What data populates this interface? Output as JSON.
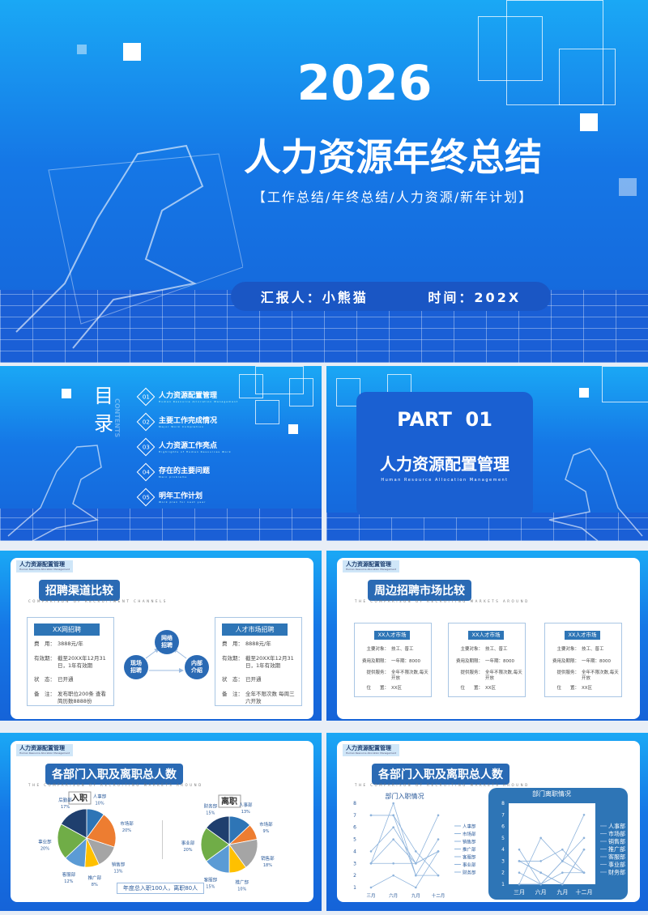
{
  "cover": {
    "year": "2026",
    "title": "人力资源年终总结",
    "subtitle": "【工作总结/年终总结/人力资源/新年计划】",
    "reporter": "汇报人：小熊猫",
    "time": "时间：202X"
  },
  "toc": {
    "title": "目录",
    "vertical": "CONTENTS",
    "items": [
      {
        "num": "01",
        "label": "人力资源配置管理",
        "en": "Human Resource Allocation Management"
      },
      {
        "num": "02",
        "label": "主要工作完成情况",
        "en": "Major Work Completion"
      },
      {
        "num": "03",
        "label": "人力资源工作亮点",
        "en": "Highlights of Human Resources Work"
      },
      {
        "num": "04",
        "label": "存在的主要问题",
        "en": "Main problems"
      },
      {
        "num": "05",
        "label": "明年工作计划",
        "en": "Work plan for next year"
      }
    ]
  },
  "part": {
    "number": "PART  01",
    "title": "人力资源配置管理",
    "en": "Human Resource Allocation Management"
  },
  "tag": {
    "label": "人力资源配置管理",
    "en": "Human Resource Allocation Management"
  },
  "channels": {
    "title": "招聘渠道比较",
    "en": "COMPARISON OF RECRUITMENT CHANNELS",
    "left": {
      "head": "XX网招聘",
      "rows": [
        [
          "费　用：",
          "3888元/年"
        ],
        [
          "有效期：",
          "截至20XX年12月31日，1年有效期"
        ],
        [
          "状　态：",
          "已开通"
        ],
        [
          "备　注：",
          "发布职位200条 查看简历数8888份"
        ]
      ]
    },
    "right": {
      "head": "人才市场招聘",
      "rows": [
        [
          "费　用：",
          "8888元/年"
        ],
        [
          "有效期：",
          "截至20XX年12月31日，1年有效期"
        ],
        [
          "状　态：",
          "已开通"
        ],
        [
          "备　注：",
          "全年不限次数 每周三六开放"
        ]
      ]
    },
    "circles": [
      "网络招聘",
      "现场招聘",
      "内部介绍"
    ]
  },
  "markets": {
    "title": "周边招聘市场比较",
    "en": "THE COMPARISON OF RECRUITING MARKETS AROUND",
    "boxes": [
      {
        "head": "XX人才市场",
        "rows": [
          [
            "主要对象：",
            "技工、普工"
          ],
          [
            "费用及期限：",
            "一年期：8000"
          ],
          [
            "提供服务：",
            "全年不限次数,每天开放"
          ],
          [
            "位　　置：",
            "XX区"
          ]
        ]
      },
      {
        "head": "XX人才市场",
        "rows": [
          [
            "主要对象：",
            "技工、普工"
          ],
          [
            "费用及期限：",
            "一年期：8000"
          ],
          [
            "提供服务：",
            "全年不限次数,每天开放"
          ],
          [
            "位　　置：",
            "XX区"
          ]
        ]
      },
      {
        "head": "XX人才市场",
        "rows": [
          [
            "主要对象：",
            "技工、普工"
          ],
          [
            "费用及期限：",
            "一年期：8000"
          ],
          [
            "提供服务：",
            "全年不限次数,每天开放"
          ],
          [
            "位　　置：",
            "XX区"
          ]
        ]
      }
    ]
  },
  "pies": {
    "title": "各部门入职及离职总人数",
    "en": "THE COMPARISON OF RECRUITING MARKETS AROUND",
    "summary": "年度总入职100人，离职80人"
  },
  "lines": {
    "title": "各部门入职及离职总人数",
    "en": "THE COMPARISON OF RECRUITING MARKETS AROUND"
  },
  "chart_data": [
    {
      "type": "pie",
      "title": "入职",
      "labels": [
        "人事部",
        "市场部",
        "销售部",
        "推广部",
        "客服部",
        "事业部",
        "后勤部"
      ],
      "values": [
        10,
        20,
        13,
        8,
        12,
        20,
        17
      ],
      "colors": [
        "#2e75b6",
        "#ed7d31",
        "#a5a5a5",
        "#ffc000",
        "#5b9bd5",
        "#70ad47",
        "#1f3f6e"
      ]
    },
    {
      "type": "pie",
      "title": "离职",
      "labels": [
        "人事部",
        "市场部",
        "销售部",
        "推广部",
        "客服部",
        "事业部",
        "财务部"
      ],
      "values": [
        13,
        9,
        18,
        10,
        15,
        20,
        15
      ],
      "colors": [
        "#2e75b6",
        "#ed7d31",
        "#a5a5a5",
        "#ffc000",
        "#5b9bd5",
        "#70ad47",
        "#1f3f6e"
      ]
    },
    {
      "type": "line",
      "title": "部门入职情况",
      "categories": [
        "三月",
        "六月",
        "九月",
        "十二月"
      ],
      "ylim": [
        1,
        8
      ],
      "yticks": [
        1,
        2,
        3,
        4,
        5,
        6,
        7,
        8
      ],
      "series": [
        {
          "name": "人事部",
          "values": [
            4,
            6,
            3,
            4
          ]
        },
        {
          "name": "市场部",
          "values": [
            3,
            8,
            2,
            2
          ]
        },
        {
          "name": "销售部",
          "values": [
            7,
            7,
            2,
            5
          ]
        },
        {
          "name": "推广部",
          "values": [
            3,
            5,
            3,
            4
          ]
        },
        {
          "name": "客服部",
          "values": [
            3,
            3,
            3,
            7
          ]
        },
        {
          "name": "事业部",
          "values": [
            7,
            7,
            4,
            2
          ]
        },
        {
          "name": "财务部",
          "values": [
            1,
            2,
            1,
            4
          ]
        }
      ]
    },
    {
      "type": "line",
      "title": "部门离职情况",
      "categories": [
        "三月",
        "六月",
        "九月",
        "十二月"
      ],
      "ylim": [
        1,
        8
      ],
      "yticks": [
        1,
        2,
        3,
        4,
        5,
        6,
        7,
        8
      ],
      "series": [
        {
          "name": "人事部",
          "values": [
            3,
            3,
            4,
            2
          ]
        },
        {
          "name": "市场部",
          "values": [
            4,
            1,
            3,
            5
          ]
        },
        {
          "name": "销售部",
          "values": [
            2,
            1,
            2,
            2
          ]
        },
        {
          "name": "推广部",
          "values": [
            1,
            5,
            3,
            2
          ]
        },
        {
          "name": "客服部",
          "values": [
            3,
            2,
            1,
            4
          ]
        },
        {
          "name": "事业部",
          "values": [
            1,
            1,
            3,
            7
          ]
        },
        {
          "name": "财务部",
          "values": [
            3,
            2,
            1,
            4
          ]
        }
      ]
    }
  ]
}
